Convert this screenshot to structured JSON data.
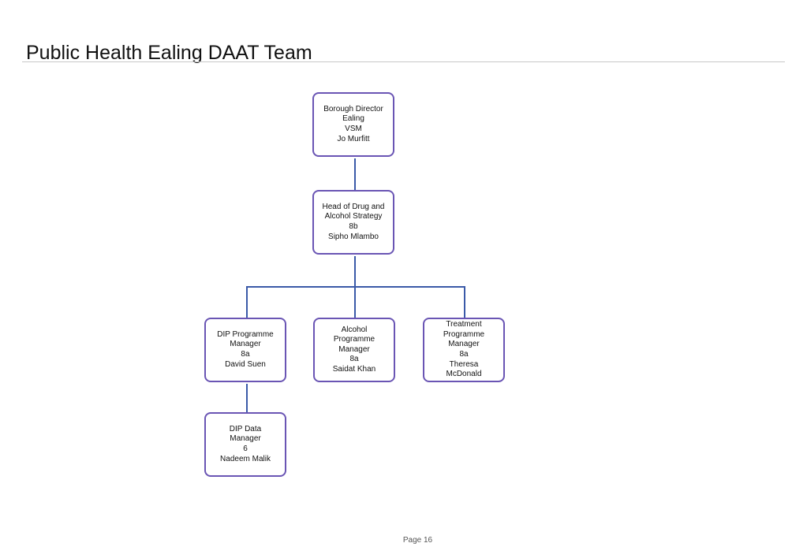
{
  "title": "Public Health Ealing DAAT Team",
  "footer": "Page 16",
  "colors": {
    "node_border": "#6a55b4",
    "connector": "#3a5aa8",
    "rule": "#c8c8c8"
  },
  "org_chart": {
    "borough_director": {
      "lines": [
        "Borough Director",
        "Ealing",
        "VSM",
        "Jo Murfitt"
      ]
    },
    "head_drug_alcohol": {
      "lines": [
        "Head of Drug and",
        "Alcohol Strategy",
        "8b",
        "Sipho Mlambo"
      ],
      "reports_to": "borough_director"
    },
    "dip_manager": {
      "lines": [
        "DIP Programme",
        "Manager",
        "8a",
        "David Suen"
      ],
      "reports_to": "head_drug_alcohol"
    },
    "alcohol_manager": {
      "lines": [
        "Alcohol",
        "Programme",
        "Manager",
        "8a",
        "Saidat Khan"
      ],
      "reports_to": "head_drug_alcohol"
    },
    "treatment_manager": {
      "lines": [
        "Treatment",
        "Programme",
        "Manager",
        "8a",
        "Theresa",
        "McDonald"
      ],
      "reports_to": "head_drug_alcohol"
    },
    "dip_data_manager": {
      "lines": [
        "DIP Data",
        "Manager",
        "6",
        "Nadeem Malik"
      ],
      "reports_to": "dip_manager"
    }
  }
}
